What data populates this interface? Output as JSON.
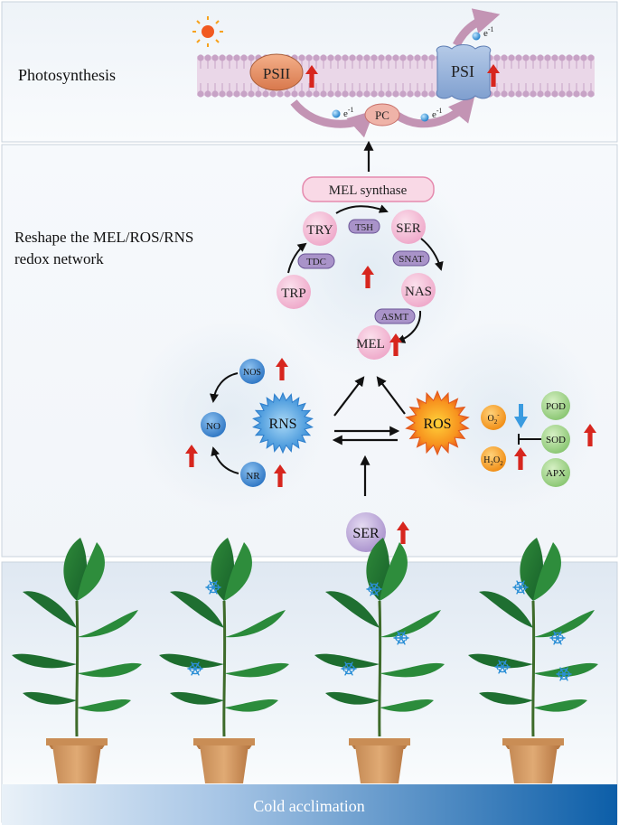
{
  "panels": {
    "photosynthesis": {
      "title": "Photosynthesis",
      "psii": "PSII",
      "psi": "PSI",
      "pc": "PC",
      "electron": "e",
      "electron_sup": "-1"
    },
    "redox": {
      "title_line1": "Reshape the MEL/ROS/RNS",
      "title_line2": "redox network",
      "mel_synthase": "MEL synthase",
      "trp": "TRP",
      "try": "TRY",
      "ser": "SER",
      "nas": "NAS",
      "mel": "MEL",
      "tdc": "TDC",
      "t5h": "T5H",
      "snat": "SNAT",
      "asmt": "ASMT",
      "rns": "RNS",
      "nos": "NOS",
      "no": "NO",
      "nr": "NR",
      "ros": "ROS",
      "o2": "O",
      "o2_sub": "2",
      "o2_sup": "-",
      "h2o2": "H",
      "h2o2_sub1": "2",
      "h2o2_mid": "O",
      "h2o2_sub2": "2",
      "pod": "POD",
      "sod": "SOD",
      "apx": "APX",
      "ser_bottom": "SER"
    },
    "cold": {
      "banner": "Cold acclimation",
      "plants": [
        {
          "snowflakes": 0
        },
        {
          "snowflakes": 2
        },
        {
          "snowflakes": 3
        },
        {
          "snowflakes": 4
        }
      ]
    }
  },
  "colors": {
    "up_arrow": "#d7261e",
    "down_arrow": "#3a9be0",
    "pink_node": "#f2b8d2",
    "purple_enzyme": "#a48cc4",
    "blue_node": "#3a85d0",
    "orange_node": "#f39a1c",
    "green_node": "#8cc87a",
    "membrane": "#c8a4c4"
  }
}
